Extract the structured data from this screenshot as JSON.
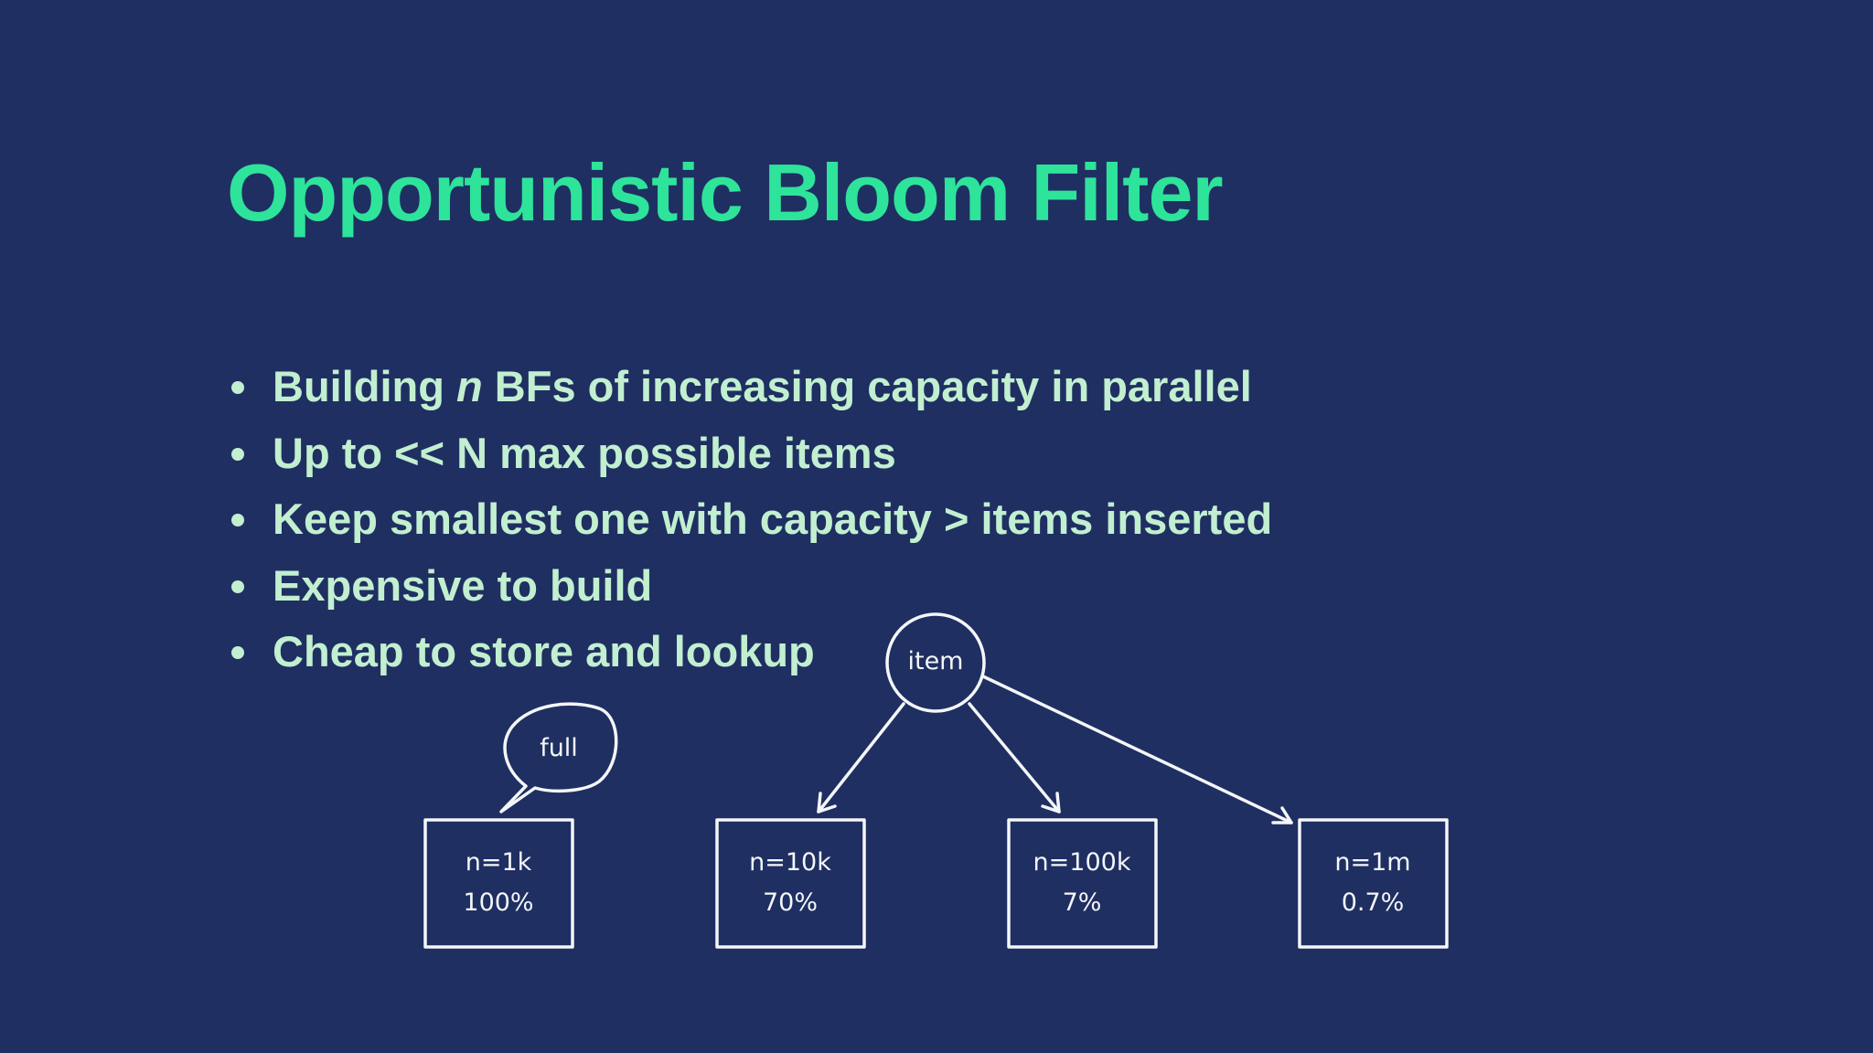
{
  "slide": {
    "title": "Opportunistic Bloom Filter",
    "bullets": {
      "b1_pre": "Building ",
      "b1_em": "n",
      "b1_post": " BFs of increasing capacity in parallel",
      "b2": "Up to << N max possible items",
      "b3": "Keep smallest one with capacity > items inserted",
      "b4": "Expensive to build",
      "b5": "Cheap to store and lookup"
    }
  },
  "diagram": {
    "item_label": "item",
    "bubble_label": "full",
    "boxes": [
      {
        "capacity": "n=1k",
        "fill": "100%"
      },
      {
        "capacity": "n=10k",
        "fill": "70%"
      },
      {
        "capacity": "n=100k",
        "fill": "7%"
      },
      {
        "capacity": "n=1m",
        "fill": "0.7%"
      }
    ],
    "stroke_color": "#f4f6f8"
  }
}
